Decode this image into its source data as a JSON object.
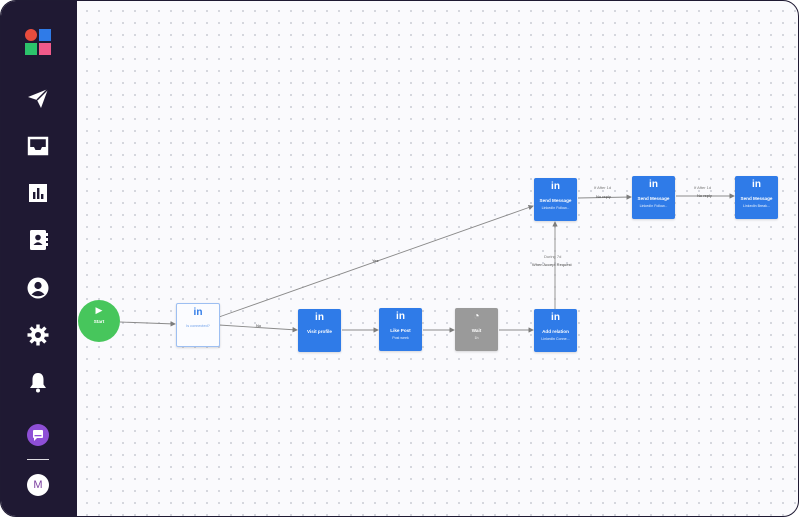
{
  "sidebar": {
    "items": [
      {
        "name": "campaigns",
        "icon": "paper-plane-icon"
      },
      {
        "name": "inbox",
        "icon": "inbox-icon"
      },
      {
        "name": "analytics",
        "icon": "bar-chart-icon"
      },
      {
        "name": "contacts",
        "icon": "contact-book-icon"
      },
      {
        "name": "profile",
        "icon": "user-circle-icon"
      },
      {
        "name": "settings",
        "icon": "gear-icon"
      },
      {
        "name": "notifications",
        "icon": "bell-icon"
      },
      {
        "name": "support",
        "icon": "chat-icon"
      }
    ],
    "account_initial": "M"
  },
  "colors": {
    "sidebar": "#1f1933",
    "linkedin": "#2f7be8",
    "start": "#47c65c",
    "wait": "#9a9a9a",
    "chat": "#8e4fd6"
  },
  "flow": {
    "start": {
      "label": "Start"
    },
    "condition": {
      "sub": "Is connected?"
    },
    "visit": {
      "label": "Visit profile"
    },
    "like": {
      "label": "Like Post",
      "sub": "Post week"
    },
    "wait": {
      "label": "Wait",
      "sub": "1h"
    },
    "add": {
      "label": "Add relation",
      "sub": "LinkedIn Conne..."
    },
    "msg1": {
      "label": "Send Message",
      "sub": "LinkedIn Follow..."
    },
    "msg2": {
      "label": "Send Message",
      "sub": "LinkedIn Follow..."
    },
    "msg3": {
      "label": "Send Message",
      "sub": "LinkedIn Break..."
    },
    "edges": {
      "yes": "Yes",
      "no": "No",
      "during": "During 7d",
      "accept": "When Accept Request",
      "after1": "If After 1d",
      "noreply1": "No reply",
      "after2": "If After 1d",
      "noreply2": "No reply"
    }
  }
}
